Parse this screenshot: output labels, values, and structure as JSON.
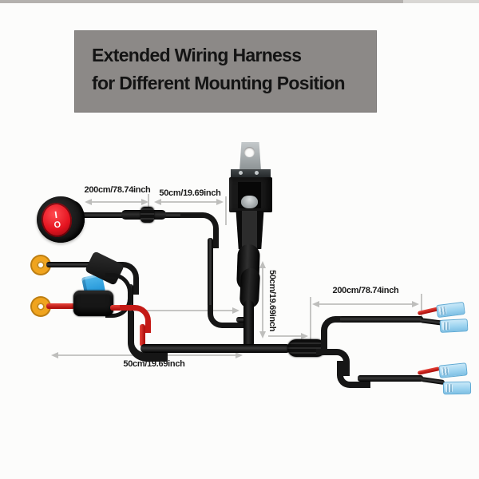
{
  "banner": {
    "line1": "Extended Wiring Harness",
    "line2": "for Different Mounting Position",
    "bg_color": "#8c8987",
    "text_color": "#141414"
  },
  "annotations": {
    "dim_switch_lead": "200cm/78.74inch",
    "dim_switch_to_relay": "50cm/19.69inch",
    "dim_relay_to_splitter": "50cm/19.69inch",
    "dim_splitter_leads": "200cm/78.74inch",
    "dim_power_lead": "50cm/19.69inch"
  },
  "switch": {
    "on_label": "I",
    "off_label": "O",
    "rocker_color": "#e4151f"
  },
  "components": {
    "ring_terminal_color": "#f0a41e",
    "fuse_color": "#2aa5e6",
    "spade_connector_color": "#9ed4f0",
    "wire_black": "#161616",
    "wire_red": "#c41a16",
    "relay_tab_color": "#aeb4b6",
    "annotation_line_color": "#c6c6c4"
  }
}
